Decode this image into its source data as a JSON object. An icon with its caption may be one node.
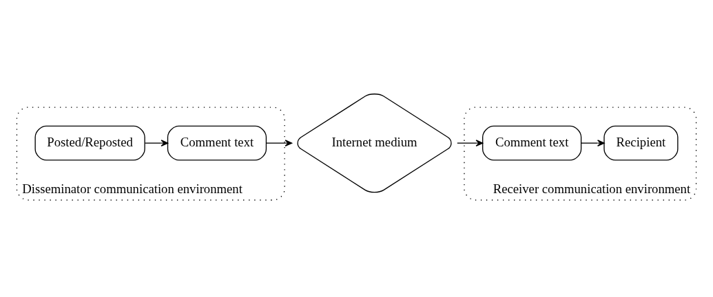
{
  "diagram": {
    "nodes": [
      {
        "text": [
          "Disseminator communication environment"
        ]
      },
      {
        "text": [
          "Receiver communication environment"
        ]
      },
      {
        "text": [
          "Posted/Reposted"
        ],
        "in": 0
      },
      {
        "text": [
          "Comment text"
        ],
        "in": 0
      },
      {
        "text": [
          "Internet medium"
        ]
      },
      {
        "text": [
          "Comment text"
        ],
        "in": 1
      },
      {
        "text": [
          "Recipient"
        ],
        "in": 1
      }
    ],
    "edges": [
      {
        "from": 2,
        "to": 3,
        "arrow": "to"
      },
      {
        "from": 3,
        "to": 4,
        "arrow": "to"
      },
      {
        "from": 4,
        "to": 5,
        "arrow": "to"
      },
      {
        "from": 5,
        "to": 6,
        "arrow": "to"
      }
    ]
  }
}
